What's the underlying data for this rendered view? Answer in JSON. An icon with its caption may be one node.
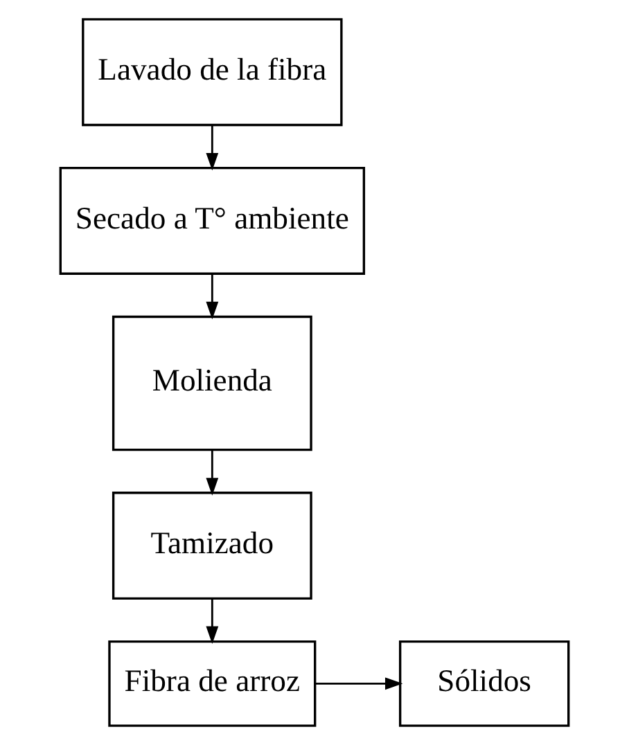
{
  "diagram": {
    "nodes": [
      {
        "text": [
          "Lavado de la fibra"
        ]
      },
      {
        "text": [
          "Secado a T° ambiente"
        ]
      },
      {
        "text": [
          "Molienda"
        ]
      },
      {
        "text": [
          "Tamizado"
        ]
      },
      {
        "text": [
          "Fibra de arroz"
        ]
      },
      {
        "text": [
          "Sólidos"
        ]
      }
    ],
    "edges": [
      {
        "from": 0,
        "to": 1,
        "arrow": "to"
      },
      {
        "from": 1,
        "to": 2,
        "arrow": "to"
      },
      {
        "from": 2,
        "to": 3,
        "arrow": "to"
      },
      {
        "from": 3,
        "to": 4,
        "arrow": "to"
      },
      {
        "from": 4,
        "to": 5,
        "arrow": "to"
      }
    ]
  }
}
